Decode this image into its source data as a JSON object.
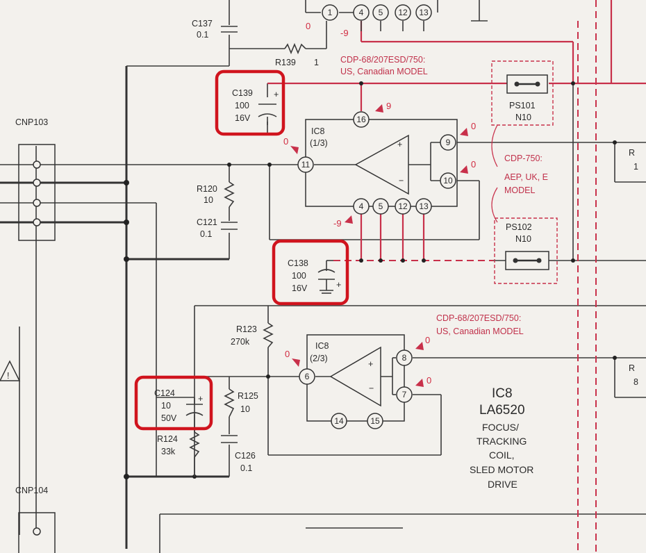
{
  "connectors": {
    "cnp103": "CNP103",
    "cnp104": "CNP104"
  },
  "ic8_part1": {
    "ref": "IC8",
    "unit": "(1/3)"
  },
  "ic8_part2": {
    "ref": "IC8",
    "unit": "(2/3)"
  },
  "ic8_info": {
    "ref": "IC8",
    "part": "LA6520",
    "desc1": "FOCUS/",
    "desc2": "TRACKING",
    "desc3": "COIL,",
    "desc4": "SLED MOTOR",
    "desc5": "DRIVE"
  },
  "pins": {
    "p1": "1",
    "p4": "4",
    "p5": "5",
    "p12": "12",
    "p13": "13",
    "p16": "16",
    "p11": "11",
    "p9": "9",
    "p10": "10",
    "p6": "6",
    "p8": "8",
    "p7": "7",
    "p14": "14",
    "p15": "15"
  },
  "voltages": {
    "v_pin1": "0",
    "v_pin4_top": "-9",
    "v_pin16": "9",
    "v_pin11": "0",
    "v_pin9": "0",
    "v_pin10": "0",
    "v_pin4_bot": "-9",
    "v_pin6": "0",
    "v_pin8": "0",
    "v_pin7": "0"
  },
  "components": {
    "c137": {
      "ref": "C137",
      "value": "0.1"
    },
    "r139": {
      "ref": "R139",
      "value": "1"
    },
    "c139": {
      "ref": "C139",
      "value": "100",
      "voltage": "16V"
    },
    "r120": {
      "ref": "R120",
      "value": "10"
    },
    "c121": {
      "ref": "C121",
      "value": "0.1"
    },
    "c138": {
      "ref": "C138",
      "value": "100",
      "voltage": "16V"
    },
    "r123": {
      "ref": "R123",
      "value": "270k"
    },
    "c124": {
      "ref": "C124",
      "value": "10",
      "voltage": "50V"
    },
    "r125": {
      "ref": "R125",
      "value": "10"
    },
    "r124": {
      "ref": "R124",
      "value": "33k"
    },
    "c126": {
      "ref": "C126",
      "value": "0.1"
    },
    "ps101": {
      "ref": "PS101",
      "value": "N10"
    },
    "ps102": {
      "ref": "PS102",
      "value": "N10"
    }
  },
  "model_notes": {
    "note1_line1": "CDP-68/207ESD/750:",
    "note1_line2": "US, Canadian MODEL",
    "note2_line1": "CDP-750:",
    "note2_line2": "AEP, UK, E",
    "note2_line3": "MODEL",
    "note3_line1": "CDP-68/207ESD/750:",
    "note3_line2": "US, Canadian MODEL"
  },
  "edge_labels": {
    "r_top": "R",
    "r_top_val": "1",
    "r_bot": "R",
    "r_bot_val": "8"
  },
  "colors": {
    "highlight": "#d0141e",
    "red_trace": "#c8304a",
    "wire": "#3a3a3a"
  }
}
